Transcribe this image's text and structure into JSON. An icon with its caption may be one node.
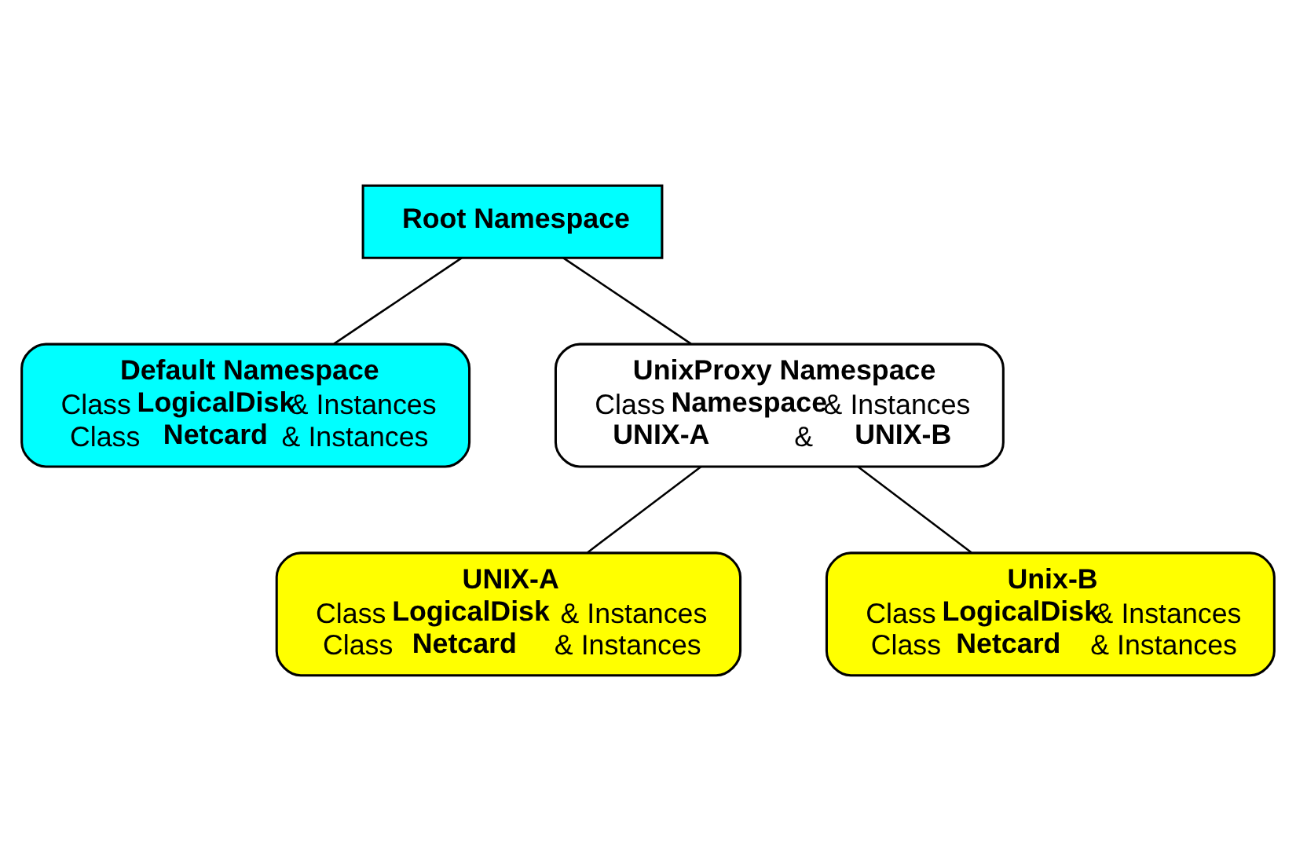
{
  "diagram": {
    "nodes": [
      {
        "text": [
          "Root Namespace"
        ]
      },
      {
        "text": [
          "Default Namespace",
          "Class **LogicalDisk**& Instances",
          "Class **Netcard**& Instances"
        ]
      },
      {
        "text": [
          "UnixProxy Namespace",
          "Class **Namespace**& Instances",
          "**UNIX-A** & **UNIX-B**"
        ]
      },
      {
        "text": [
          "UNIX-A",
          "Class **LogicalDisk** & Instances",
          "Class **Netcard** & Instances"
        ]
      },
      {
        "text": [
          "Unix-B",
          "Class **LogicalDisk**& Instances",
          "Class **Netcard** & Instances"
        ]
      }
    ],
    "edges": [
      {
        "from": 0,
        "to": 1,
        "arrow": "none"
      },
      {
        "from": 0,
        "to": 2,
        "arrow": "none"
      },
      {
        "from": 2,
        "to": 3,
        "arrow": "none"
      },
      {
        "from": 2,
        "to": 4,
        "arrow": "none"
      }
    ]
  }
}
